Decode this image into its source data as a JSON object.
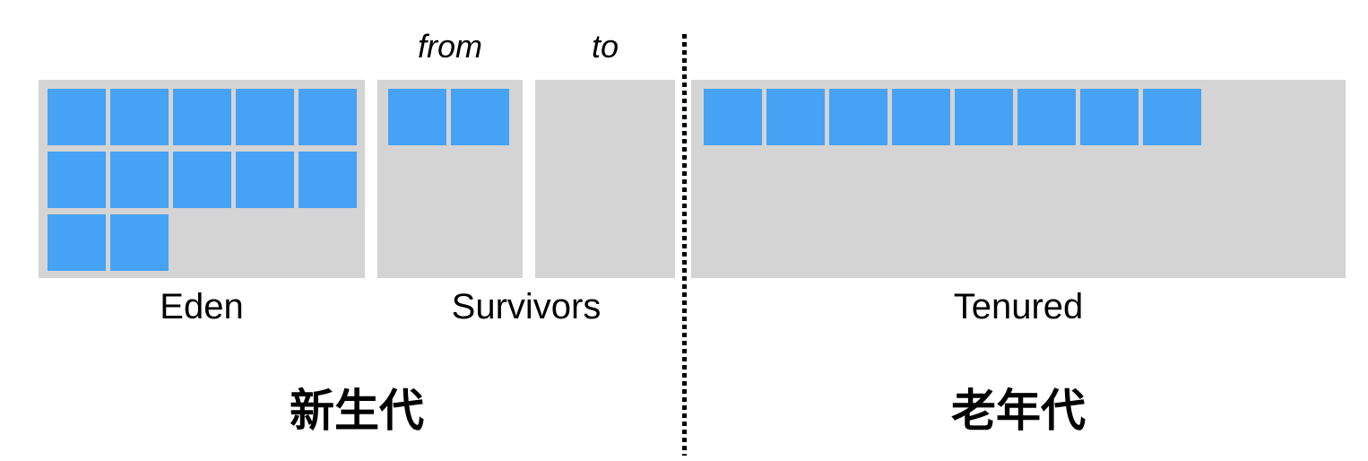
{
  "diagram": {
    "young_generation": {
      "label": "新生代",
      "eden": {
        "label": "Eden",
        "used_blocks": 12
      },
      "survivors": {
        "label": "Survivors",
        "from": {
          "label": "from",
          "used_blocks": 2
        },
        "to": {
          "label": "to",
          "used_blocks": 0
        }
      }
    },
    "old_generation": {
      "label": "老年代",
      "tenured": {
        "label": "Tenured",
        "used_blocks": 8
      }
    },
    "colors": {
      "block": "#46a2f5",
      "region": "#d4d4d4",
      "text": "#000000",
      "divider": "#000000",
      "background": "#ffffff"
    }
  }
}
